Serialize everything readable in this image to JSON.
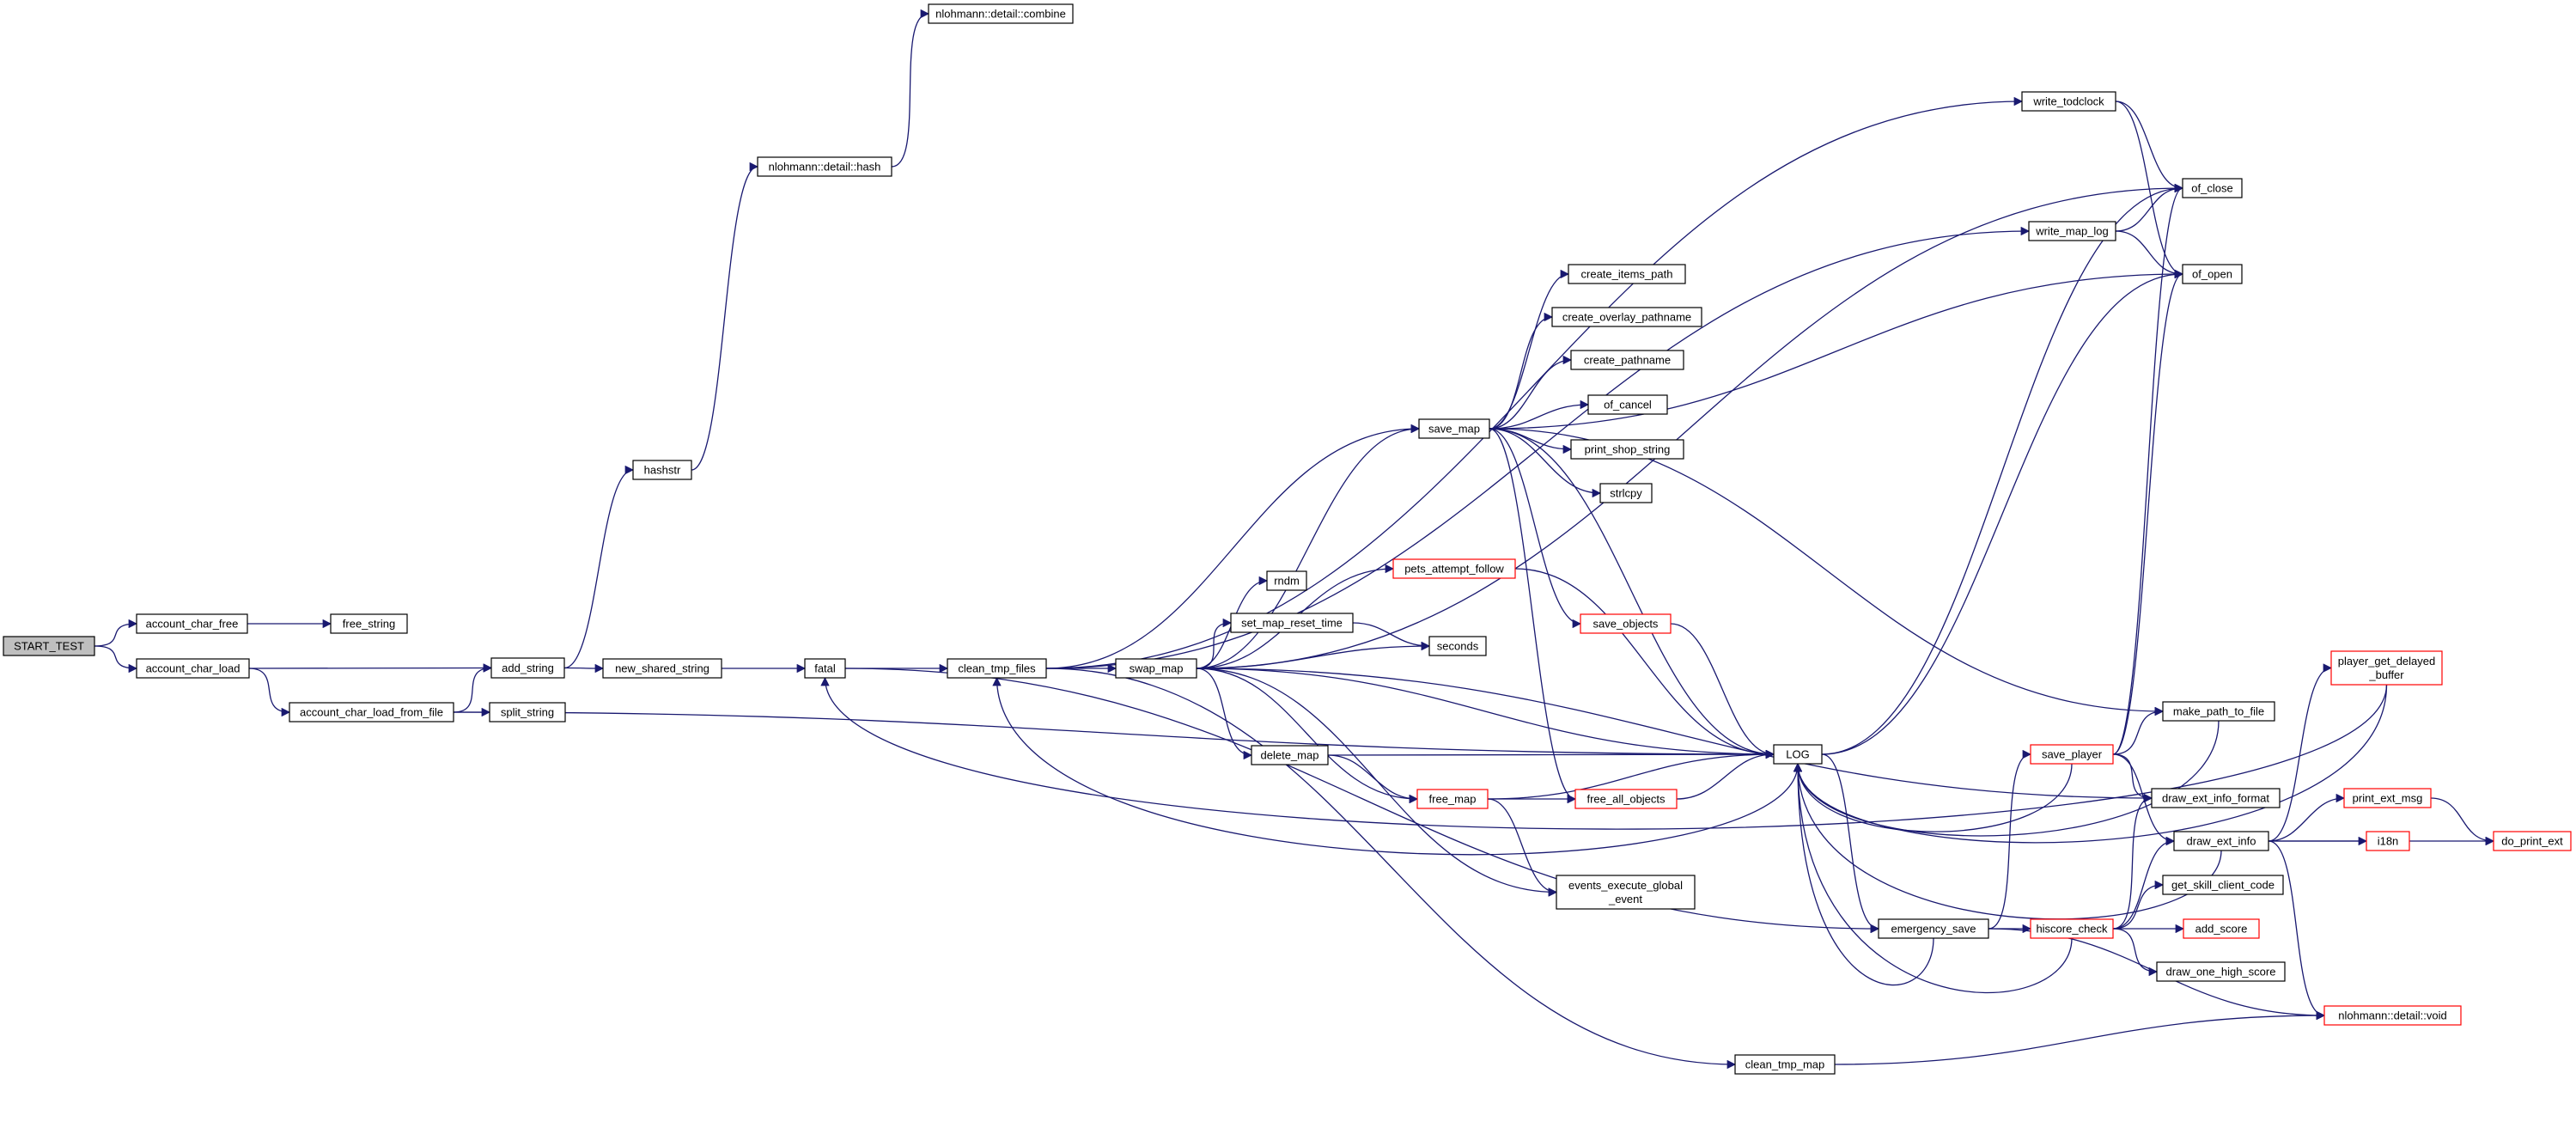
{
  "colors": {
    "edge": "#191970",
    "node_border": "#000000",
    "truncated_border": "#ff0000",
    "root_fill": "#bfbfbf",
    "background": "#ffffff"
  },
  "nodes": [
    {
      "id": "start_test",
      "lines": [
        "START_TEST"
      ],
      "style": "root"
    },
    {
      "id": "account_char_free",
      "lines": [
        "account_char_free"
      ]
    },
    {
      "id": "account_char_load",
      "lines": [
        "account_char_load"
      ]
    },
    {
      "id": "free_string",
      "lines": [
        "free_string"
      ]
    },
    {
      "id": "add_string",
      "lines": [
        "add_string"
      ]
    },
    {
      "id": "account_char_load_from_file",
      "lines": [
        "account_char_load_from_file"
      ]
    },
    {
      "id": "split_string",
      "lines": [
        "split_string"
      ]
    },
    {
      "id": "hashstr",
      "lines": [
        "hashstr"
      ]
    },
    {
      "id": "new_shared_string",
      "lines": [
        "new_shared_string"
      ]
    },
    {
      "id": "nlohmann_hash",
      "lines": [
        "nlohmann::detail::hash"
      ]
    },
    {
      "id": "nlohmann_combine",
      "lines": [
        "nlohmann::detail::combine"
      ]
    },
    {
      "id": "fatal",
      "lines": [
        "fatal"
      ]
    },
    {
      "id": "clean_tmp_files",
      "lines": [
        "clean_tmp_files"
      ]
    },
    {
      "id": "swap_map",
      "lines": [
        "swap_map"
      ]
    },
    {
      "id": "save_map",
      "lines": [
        "save_map"
      ]
    },
    {
      "id": "pets_attempt_follow",
      "lines": [
        "pets_attempt_follow"
      ],
      "style": "red"
    },
    {
      "id": "rndm",
      "lines": [
        "rndm"
      ]
    },
    {
      "id": "set_map_reset_time",
      "lines": [
        "set_map_reset_time"
      ]
    },
    {
      "id": "seconds",
      "lines": [
        "seconds"
      ]
    },
    {
      "id": "delete_map",
      "lines": [
        "delete_map"
      ]
    },
    {
      "id": "free_map",
      "lines": [
        "free_map"
      ],
      "style": "red"
    },
    {
      "id": "create_items_path",
      "lines": [
        "create_items_path"
      ]
    },
    {
      "id": "create_overlay_pathname",
      "lines": [
        "create_overlay_pathname"
      ]
    },
    {
      "id": "create_pathname",
      "lines": [
        "create_pathname"
      ]
    },
    {
      "id": "of_cancel",
      "lines": [
        "of_cancel"
      ]
    },
    {
      "id": "print_shop_string",
      "lines": [
        "print_shop_string"
      ]
    },
    {
      "id": "strlcpy",
      "lines": [
        "strlcpy"
      ]
    },
    {
      "id": "save_objects",
      "lines": [
        "save_objects"
      ],
      "style": "red"
    },
    {
      "id": "free_all_objects",
      "lines": [
        "free_all_objects"
      ],
      "style": "red"
    },
    {
      "id": "events_execute_global_event",
      "lines": [
        "events_execute_global",
        "_event"
      ]
    },
    {
      "id": "log",
      "lines": [
        "LOG"
      ]
    },
    {
      "id": "emergency_save",
      "lines": [
        "emergency_save"
      ]
    },
    {
      "id": "clean_tmp_map",
      "lines": [
        "clean_tmp_map"
      ]
    },
    {
      "id": "write_todclock",
      "lines": [
        "write_todclock"
      ]
    },
    {
      "id": "write_map_log",
      "lines": [
        "write_map_log"
      ]
    },
    {
      "id": "of_close",
      "lines": [
        "of_close"
      ]
    },
    {
      "id": "of_open",
      "lines": [
        "of_open"
      ]
    },
    {
      "id": "save_player",
      "lines": [
        "save_player"
      ],
      "style": "red"
    },
    {
      "id": "hiscore_check",
      "lines": [
        "hiscore_check"
      ],
      "style": "red"
    },
    {
      "id": "make_path_to_file",
      "lines": [
        "make_path_to_file"
      ]
    },
    {
      "id": "draw_ext_info_format",
      "lines": [
        "draw_ext_info_format"
      ]
    },
    {
      "id": "draw_ext_info",
      "lines": [
        "draw_ext_info"
      ]
    },
    {
      "id": "get_skill_client_code",
      "lines": [
        "get_skill_client_code"
      ]
    },
    {
      "id": "add_score",
      "lines": [
        "add_score"
      ],
      "style": "red"
    },
    {
      "id": "draw_one_high_score",
      "lines": [
        "draw_one_high_score"
      ]
    },
    {
      "id": "player_get_delayed_buffer",
      "lines": [
        "player_get_delayed",
        "_buffer"
      ],
      "style": "red"
    },
    {
      "id": "print_ext_msg",
      "lines": [
        "print_ext_msg"
      ],
      "style": "red"
    },
    {
      "id": "i18n",
      "lines": [
        "i18n"
      ],
      "style": "red"
    },
    {
      "id": "do_print_ext",
      "lines": [
        "do_print_ext"
      ],
      "style": "red"
    },
    {
      "id": "nlohmann_void",
      "lines": [
        "nlohmann::detail::void"
      ],
      "style": "red"
    }
  ],
  "edges": [
    [
      "start_test",
      "account_char_free"
    ],
    [
      "start_test",
      "account_char_load"
    ],
    [
      "account_char_free",
      "free_string"
    ],
    [
      "account_char_load",
      "add_string"
    ],
    [
      "account_char_load",
      "account_char_load_from_file"
    ],
    [
      "account_char_load_from_file",
      "add_string"
    ],
    [
      "account_char_load_from_file",
      "split_string"
    ],
    [
      "account_char_load_from_file",
      "log"
    ],
    [
      "add_string",
      "hashstr"
    ],
    [
      "add_string",
      "new_shared_string"
    ],
    [
      "hashstr",
      "nlohmann_hash"
    ],
    [
      "nlohmann_hash",
      "nlohmann_combine"
    ],
    [
      "new_shared_string",
      "fatal"
    ],
    [
      "fatal",
      "clean_tmp_files"
    ],
    [
      "fatal",
      "emergency_save"
    ],
    [
      "clean_tmp_files",
      "swap_map"
    ],
    [
      "clean_tmp_files",
      "save_map"
    ],
    [
      "clean_tmp_files",
      "write_todclock"
    ],
    [
      "clean_tmp_files",
      "write_map_log"
    ],
    [
      "clean_tmp_files",
      "clean_tmp_map"
    ],
    [
      "swap_map",
      "save_map"
    ],
    [
      "swap_map",
      "pets_attempt_follow"
    ],
    [
      "swap_map",
      "rndm"
    ],
    [
      "swap_map",
      "set_map_reset_time"
    ],
    [
      "swap_map",
      "seconds"
    ],
    [
      "swap_map",
      "delete_map"
    ],
    [
      "swap_map",
      "free_map"
    ],
    [
      "swap_map",
      "events_execute_global_event"
    ],
    [
      "swap_map",
      "log"
    ],
    [
      "swap_map",
      "draw_ext_info_format"
    ],
    [
      "swap_map",
      "of_close"
    ],
    [
      "set_map_reset_time",
      "seconds"
    ],
    [
      "save_map",
      "create_items_path"
    ],
    [
      "save_map",
      "create_overlay_pathname"
    ],
    [
      "save_map",
      "create_pathname"
    ],
    [
      "save_map",
      "of_cancel"
    ],
    [
      "save_map",
      "print_shop_string"
    ],
    [
      "save_map",
      "strlcpy"
    ],
    [
      "save_map",
      "save_objects"
    ],
    [
      "save_map",
      "free_all_objects"
    ],
    [
      "save_map",
      "log"
    ],
    [
      "save_map",
      "of_open"
    ],
    [
      "save_map",
      "make_path_to_file"
    ],
    [
      "pets_attempt_follow",
      "log"
    ],
    [
      "save_objects",
      "log"
    ],
    [
      "delete_map",
      "free_map"
    ],
    [
      "delete_map",
      "log"
    ],
    [
      "free_map",
      "free_all_objects"
    ],
    [
      "free_map",
      "events_execute_global_event"
    ],
    [
      "free_map",
      "log"
    ],
    [
      "free_all_objects",
      "log"
    ],
    [
      "log",
      "clean_tmp_files"
    ],
    [
      "log",
      "emergency_save"
    ],
    [
      "log",
      "of_close"
    ],
    [
      "log",
      "of_open"
    ],
    [
      "emergency_save",
      "log"
    ],
    [
      "emergency_save",
      "save_player"
    ],
    [
      "emergency_save",
      "hiscore_check"
    ],
    [
      "emergency_save",
      "nlohmann_void"
    ],
    [
      "clean_tmp_map",
      "nlohmann_void"
    ],
    [
      "write_todclock",
      "of_close"
    ],
    [
      "write_todclock",
      "of_open"
    ],
    [
      "write_map_log",
      "of_close"
    ],
    [
      "write_map_log",
      "of_open"
    ],
    [
      "save_player",
      "log"
    ],
    [
      "save_player",
      "of_close"
    ],
    [
      "save_player",
      "of_open"
    ],
    [
      "save_player",
      "make_path_to_file"
    ],
    [
      "save_player",
      "draw_ext_info_format"
    ],
    [
      "save_player",
      "draw_ext_info"
    ],
    [
      "hiscore_check",
      "log"
    ],
    [
      "hiscore_check",
      "draw_ext_info_format"
    ],
    [
      "hiscore_check",
      "draw_ext_info"
    ],
    [
      "hiscore_check",
      "get_skill_client_code"
    ],
    [
      "hiscore_check",
      "add_score"
    ],
    [
      "hiscore_check",
      "draw_one_high_score"
    ],
    [
      "make_path_to_file",
      "log"
    ],
    [
      "draw_ext_info",
      "log"
    ],
    [
      "draw_ext_info",
      "player_get_delayed_buffer"
    ],
    [
      "draw_ext_info",
      "print_ext_msg"
    ],
    [
      "draw_ext_info",
      "i18n"
    ],
    [
      "draw_ext_info",
      "do_print_ext"
    ],
    [
      "draw_ext_info",
      "nlohmann_void"
    ],
    [
      "player_get_delayed_buffer",
      "log"
    ],
    [
      "player_get_delayed_buffer",
      "fatal"
    ],
    [
      "print_ext_msg",
      "do_print_ext"
    ]
  ]
}
